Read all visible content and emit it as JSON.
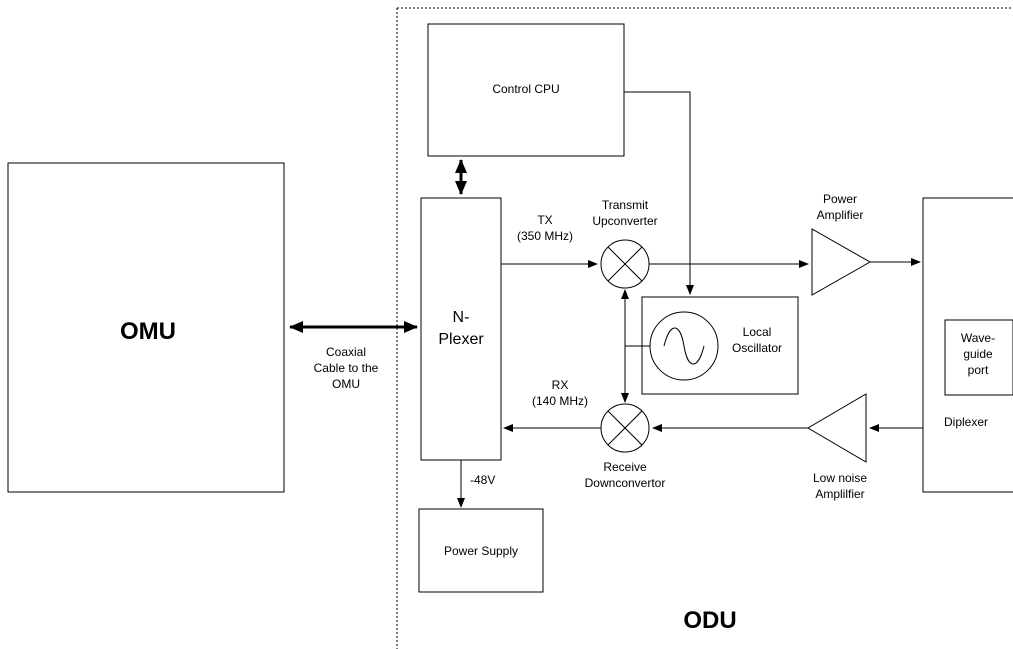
{
  "omu": {
    "label": "OMU"
  },
  "odu": {
    "label": "ODU"
  },
  "control_cpu": {
    "label": "Control CPU"
  },
  "nplexer": {
    "line1": "N-",
    "line2": "Plexer"
  },
  "power_supply": {
    "label": "Power Supply"
  },
  "coax_label": [
    "Coaxial",
    "Cable to the",
    "OMU"
  ],
  "tx_label": [
    "TX",
    "(350 MHz)"
  ],
  "rx_label": [
    "RX",
    "(140 MHz)"
  ],
  "transmit_upconverter": [
    "Transmit",
    "Upconverter"
  ],
  "receive_downconvertor": [
    "Receive",
    "Downconvertor"
  ],
  "local_oscillator": [
    "Local",
    "Oscillator"
  ],
  "power_amplifier": [
    "Power",
    "Amplifier"
  ],
  "low_noise_amplifier": [
    "Low noise",
    "Amplilfier"
  ],
  "waveguide_port": [
    "Wave-",
    "guide",
    "port"
  ],
  "diplexer": {
    "label": "Diplexer"
  },
  "voltage": {
    "label": "-48V"
  }
}
